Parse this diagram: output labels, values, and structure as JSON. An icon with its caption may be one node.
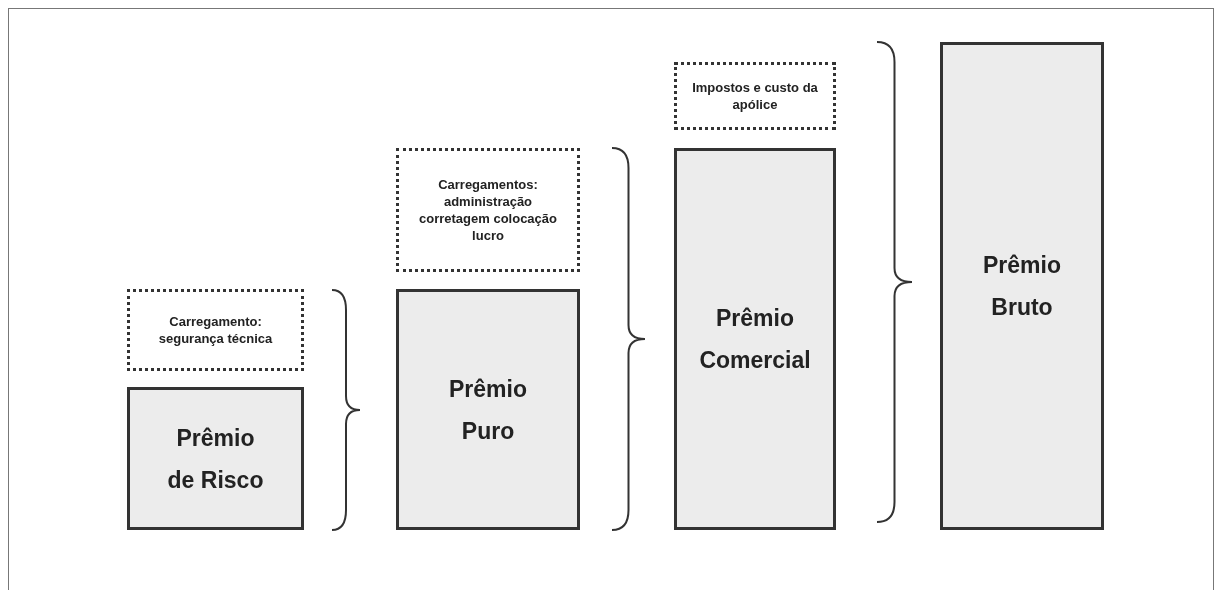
{
  "diagram": {
    "nodes": [
      {
        "text": [
          "Carregamento: segurança técnica"
        ]
      },
      {
        "text": [
          "Prêmio de Risco"
        ]
      },
      {
        "text": [
          "Carregamentos: administração corretagem colocação lucro"
        ]
      },
      {
        "text": [
          "Prêmio Puro"
        ]
      },
      {
        "text": [
          "Impostos e custo da apólice"
        ]
      },
      {
        "text": [
          "Prêmio Comercial"
        ]
      },
      {
        "text": [
          "Prêmio Bruto"
        ]
      }
    ]
  }
}
